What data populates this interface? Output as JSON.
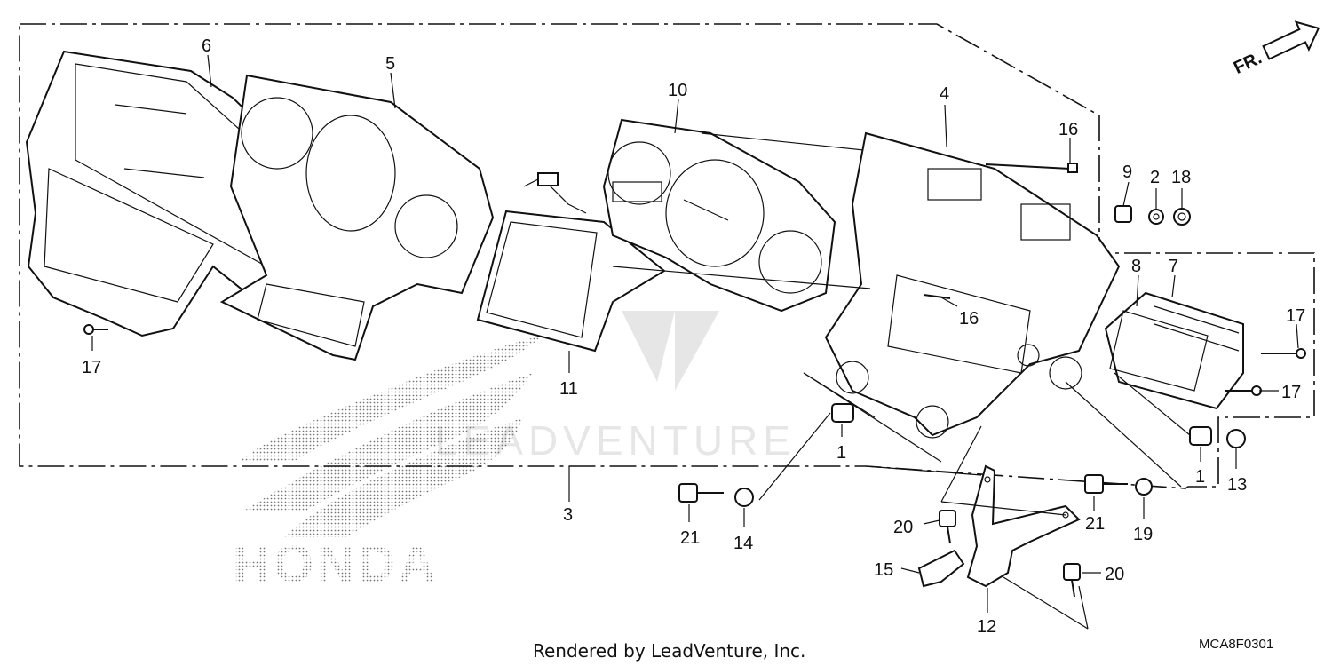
{
  "diagram": {
    "direction_label": "FR.",
    "footer": "Rendered by LeadVenture, Inc.",
    "code": "MCA8F0301",
    "watermark_text": "LEADVENTURE",
    "brand_logo_text": "HONDA",
    "callouts": {
      "c6": "6",
      "c5": "5",
      "c10": "10",
      "c4": "4",
      "c16a": "16",
      "c9": "9",
      "c2": "2",
      "c18": "18",
      "c8": "8",
      "c7": "7",
      "c17a": "17",
      "c16b": "16",
      "c17b": "17",
      "c17c": "17",
      "c11": "11",
      "c3": "3",
      "c1a": "1",
      "c1b": "1",
      "c13": "13",
      "c21a": "21",
      "c14": "14",
      "c20a": "20",
      "c15": "15",
      "c12": "12",
      "c20b": "20",
      "c21b": "21",
      "c19": "19"
    }
  }
}
